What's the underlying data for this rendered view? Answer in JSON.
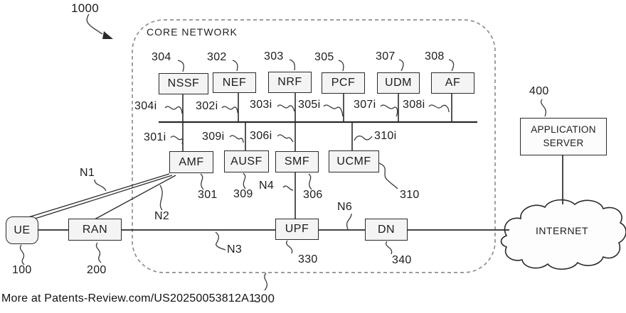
{
  "figure": {
    "system_ref": "1000"
  },
  "core_network": {
    "title": "CORE NETWORK",
    "ref": "300"
  },
  "colors": {
    "line": "#2a2a2a",
    "dashed_border": "#8f8f8f",
    "box_fill": "#f4f4f4",
    "background": "#ffffff"
  },
  "nodes": {
    "nssf": {
      "label": "NSSF",
      "ref": "304",
      "bus_ref": "304i"
    },
    "nef": {
      "label": "NEF",
      "ref": "302",
      "bus_ref": "302i"
    },
    "nrf": {
      "label": "NRF",
      "ref": "303",
      "bus_ref": "303i"
    },
    "pcf": {
      "label": "PCF",
      "ref": "305",
      "bus_ref": "305i"
    },
    "udm": {
      "label": "UDM",
      "ref": "307",
      "bus_ref": "307i"
    },
    "af": {
      "label": "AF",
      "ref": "308",
      "bus_ref": "308i"
    },
    "amf": {
      "label": "AMF",
      "ref": "301",
      "bus_ref": "301i"
    },
    "ausf": {
      "label": "AUSF",
      "ref": "309",
      "bus_ref": "309i"
    },
    "smf": {
      "label": "SMF",
      "ref": "306",
      "bus_ref": "306i"
    },
    "ucmf": {
      "label": "UCMF",
      "ref": "310",
      "bus_ref": "310i"
    },
    "ue": {
      "label": "UE",
      "ref": "100"
    },
    "ran": {
      "label": "RAN",
      "ref": "200"
    },
    "upf": {
      "label": "UPF",
      "ref": "330"
    },
    "dn": {
      "label": "DN",
      "ref": "340"
    },
    "application_server": {
      "label": "APPLICATION SERVER",
      "ref": "400"
    },
    "internet": {
      "label": "INTERNET"
    }
  },
  "interfaces": {
    "n1": "N1",
    "n2": "N2",
    "n3": "N3",
    "n4": "N4",
    "n6": "N6"
  },
  "watermark": "More at Patents-Review.com/US20250053812A1"
}
